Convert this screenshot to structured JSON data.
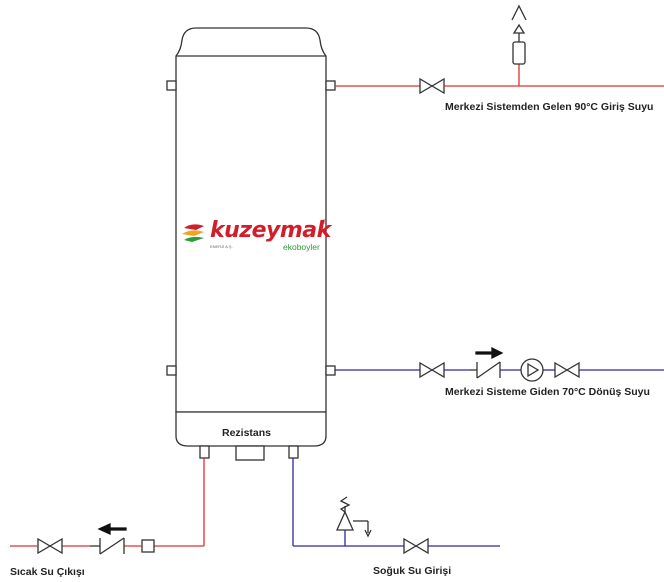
{
  "colors": {
    "hot_pipe": "#e03030",
    "cold_pipe": "#2a2aa0",
    "outline": "#333333",
    "brand_red": "#d21e2a",
    "brand_green": "#2e9a3a"
  },
  "logo": {
    "brand": "kuzeymak",
    "trademark": "®",
    "subtitle": "ekoboyler",
    "tagline": "ENERJİ A.Ş."
  },
  "tank": {
    "heater_label": "Rezistans"
  },
  "labels": {
    "supply_in": "Merkezi Sistemden Gelen 90°C Giriş Suyu",
    "return_out": "Merkezi Sisteme Giden 70°C Dönüş Suyu",
    "hot_out": "Sıcak Su Çıkışı",
    "cold_in": "Soğuk Su Girişi"
  }
}
